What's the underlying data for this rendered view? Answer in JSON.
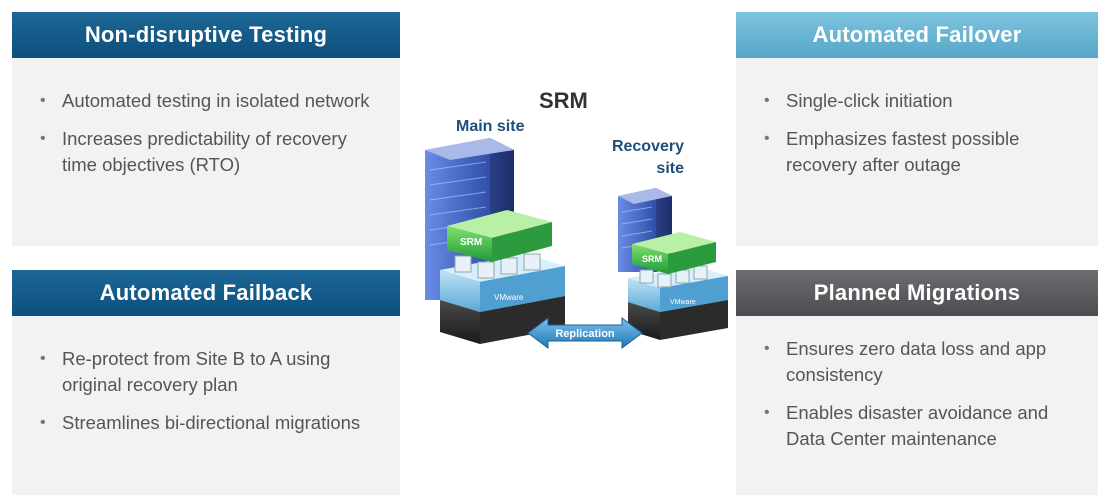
{
  "srm_label": "SRM",
  "main_site_label": "Main site",
  "recovery_site_label": "Recovery site",
  "replication_label": "Replication",
  "srm_box_text": "SRM",
  "vmware_text": "VMware",
  "panels": {
    "top_left": {
      "title": "Non-disruptive Testing",
      "bullets": [
        "Automated testing in isolated network",
        "Increases predictability of recovery time objectives (RTO)"
      ]
    },
    "top_right": {
      "title": "Automated Failover",
      "bullets": [
        "Single-click initiation",
        "Emphasizes fastest possible recovery after outage"
      ]
    },
    "bottom_left": {
      "title": "Automated Failback",
      "bullets": [
        "Re-protect from Site B to A using original recovery plan",
        "Streamlines bi-directional migrations"
      ]
    },
    "bottom_right": {
      "title": "Planned Migrations",
      "bullets": [
        "Ensures zero data loss and app consistency",
        "Enables disaster avoidance and Data Center maintenance"
      ]
    }
  },
  "colors": {
    "header_dark_blue": "#0d4f7c",
    "header_light_blue": "#6bb7d8",
    "header_gray": "#58595b",
    "panel_bg": "#f2f2f2",
    "srm_green": "#3dbb4f",
    "building_blue": "#3a5fbf"
  }
}
